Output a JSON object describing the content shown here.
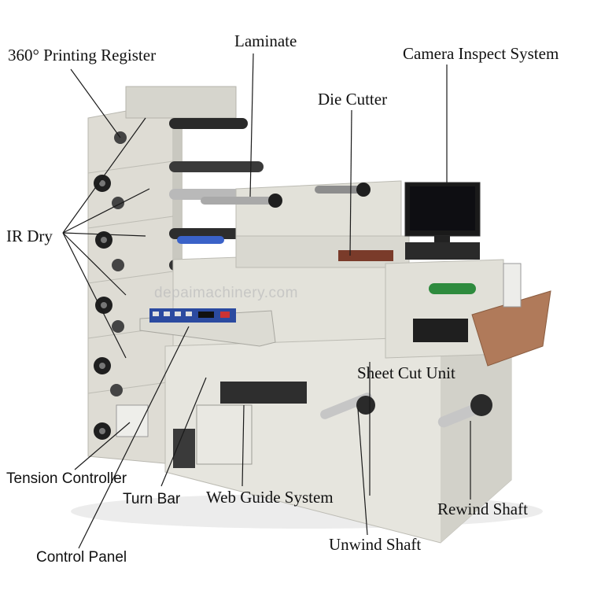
{
  "labels": {
    "printing_register": "360° Printing Register",
    "laminate": "Laminate",
    "camera_inspect": "Camera Inspect System",
    "die_cutter": "Die Cutter",
    "ir_dry": "IR Dry",
    "sheet_cut": "Sheet Cut Unit",
    "tension_controller": "Tension Controller",
    "turn_bar": "Turn Bar",
    "web_guide": "Web Guide System",
    "rewind_shaft": "Rewind Shaft",
    "unwind_shaft": "Unwind Shaft",
    "control_panel": "Control Panel"
  },
  "watermark": "depaimachinery.com",
  "colors": {
    "machine_body": "#e4e3dc",
    "machine_shadow": "#c9c8c0",
    "roller_dark": "#2a2a2a",
    "roller_chrome": "#c8c8c8",
    "panel_blue": "#2b4aa0",
    "callout_line": "#1a1a1a"
  }
}
